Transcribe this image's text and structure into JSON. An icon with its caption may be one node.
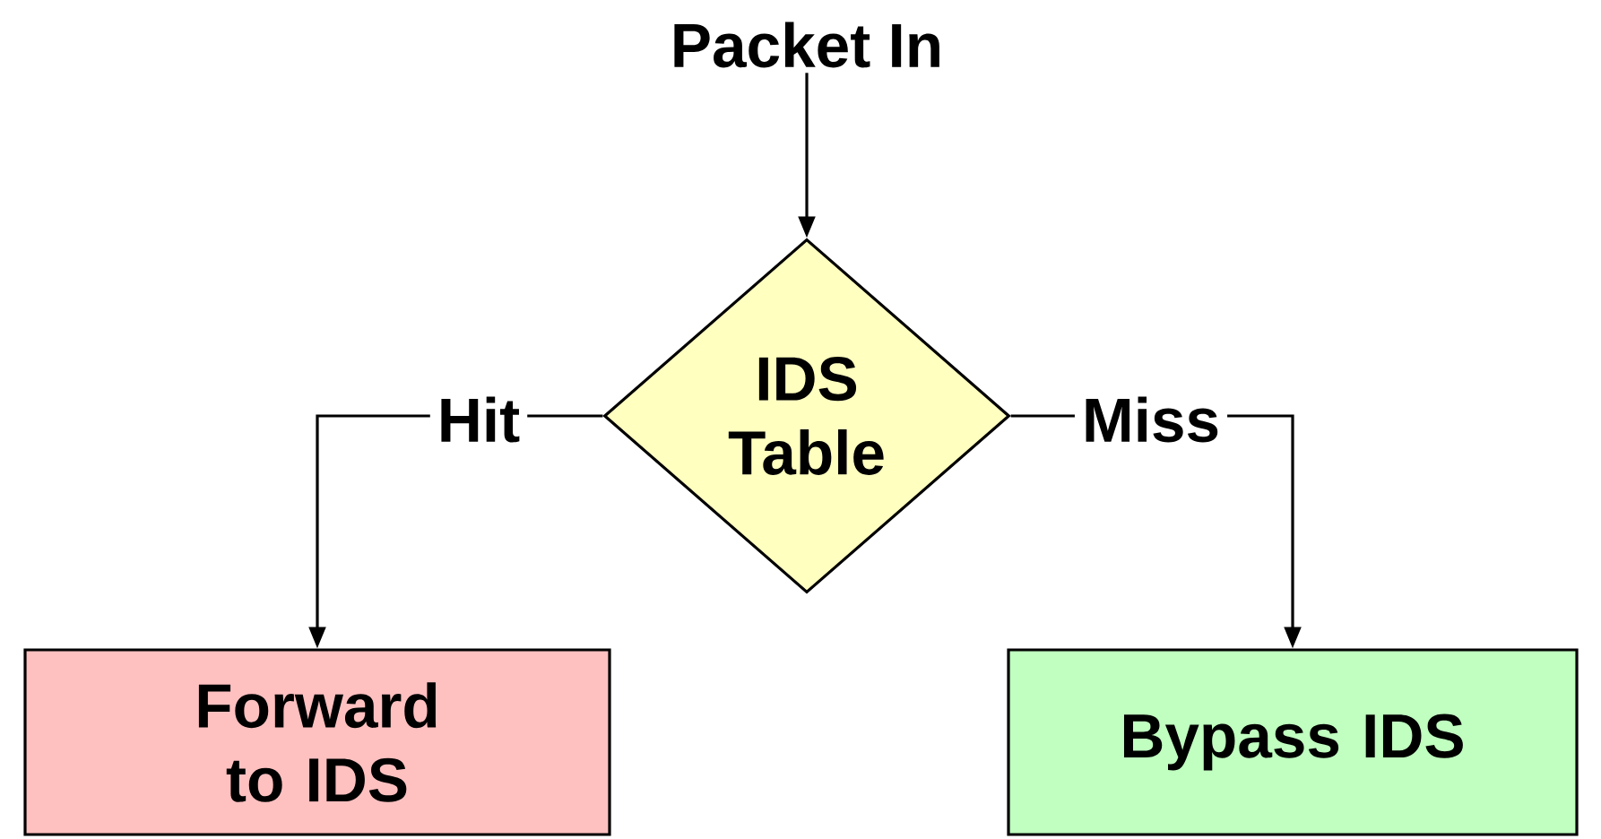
{
  "diagram": {
    "nodes": [
      {
        "text": [
          "Packet In"
        ]
      },
      {
        "text": [
          "IDS Table"
        ]
      },
      {
        "text": [
          "Forward to IDS"
        ]
      },
      {
        "text": [
          "Bypass IDS"
        ]
      }
    ],
    "edges": [
      {
        "from": 0,
        "to": 1,
        "arrow": "to"
      },
      {
        "from": 1,
        "to": 2,
        "arrow": "to",
        "label": "Hit"
      },
      {
        "from": 1,
        "to": 3,
        "arrow": "to",
        "label": "Miss"
      }
    ]
  }
}
